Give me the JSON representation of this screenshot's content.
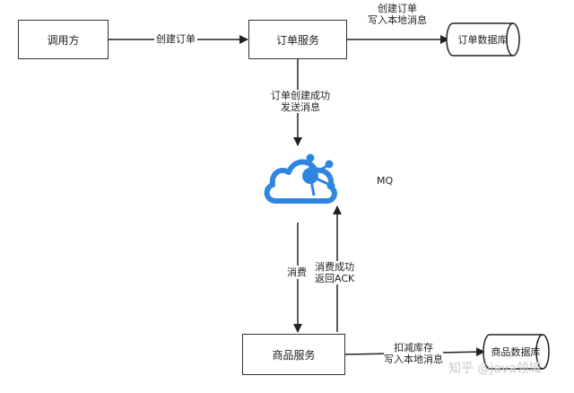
{
  "nodes": {
    "caller": "调用方",
    "order_service": "订单服务",
    "order_db": "订单数据库",
    "goods_service": "商品服务",
    "goods_db": "商品数据库",
    "mq": "MQ"
  },
  "edges": {
    "create_order": "创建订单",
    "write_local_line1": "创建订单",
    "write_local_line2": "写入本地消息",
    "send_msg_line1": "订单创建成功",
    "send_msg_line2": "发送消息",
    "consume": "消费",
    "ack_line1": "消费成功",
    "ack_line2": "返回ACK",
    "deduct_line1": "扣减库存",
    "deduct_line2": "写入本地消息"
  },
  "watermark": "知乎 @java领域",
  "colors": {
    "mq_icon": "#2f86e0",
    "line": "#222222"
  }
}
